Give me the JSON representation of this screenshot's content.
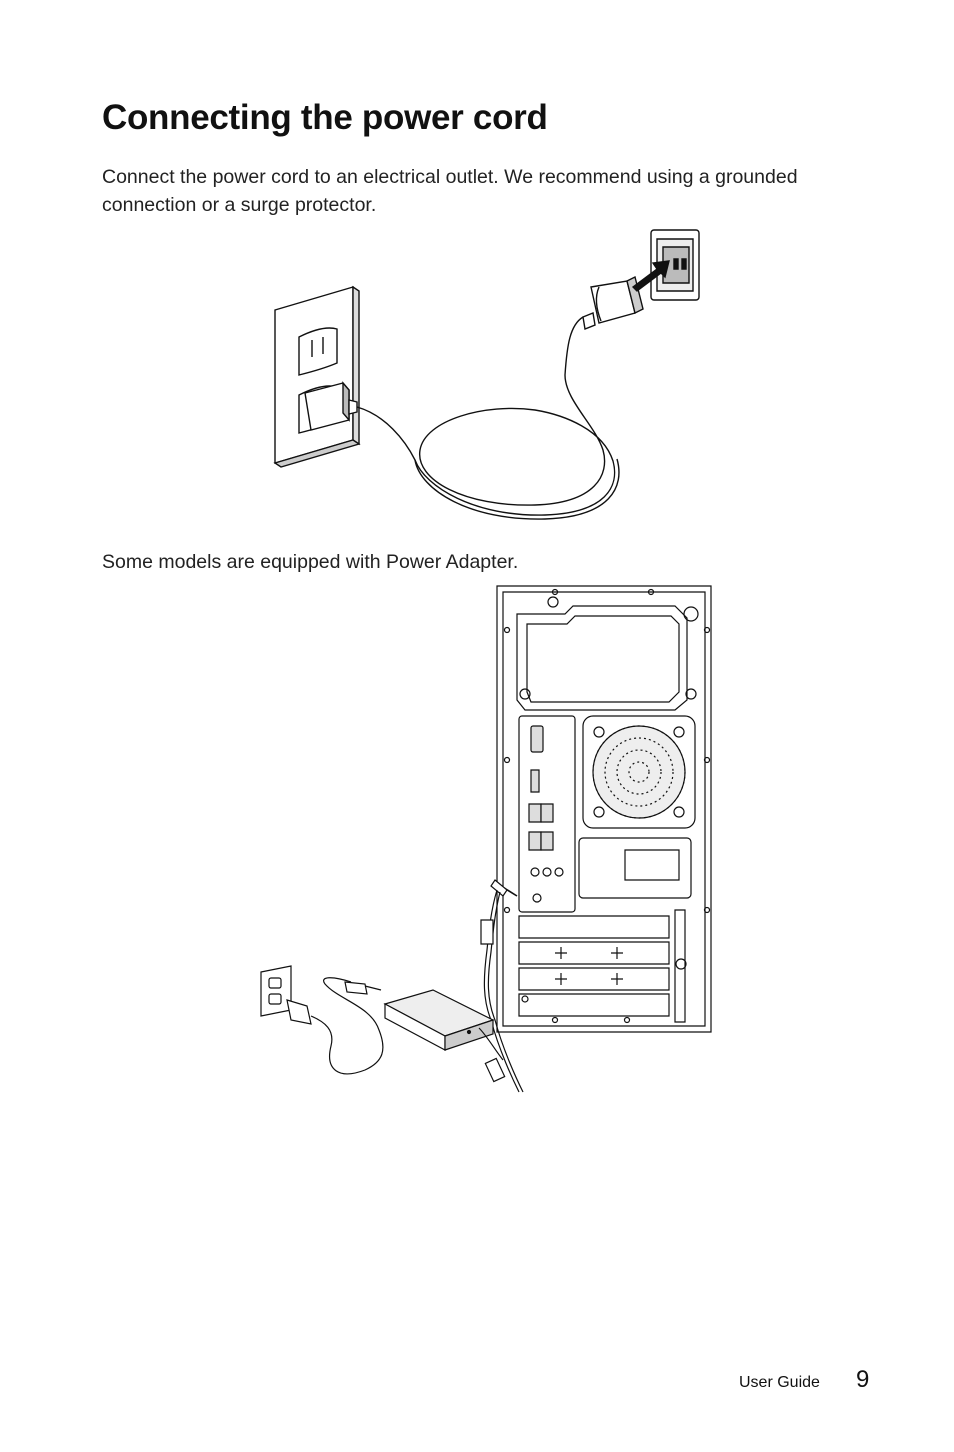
{
  "page": {
    "title": "Connecting the power cord",
    "intro": "Connect the power cord to an electrical outlet. We recommend using a grounded connection or a surge protector.",
    "adapter_note": "Some models are equipped with Power Adapter."
  },
  "footer": {
    "label": "User Guide",
    "page_number": "9"
  },
  "figures": {
    "power_cord_illustration": "line drawing",
    "power_adapter_illustration": "line drawing"
  }
}
